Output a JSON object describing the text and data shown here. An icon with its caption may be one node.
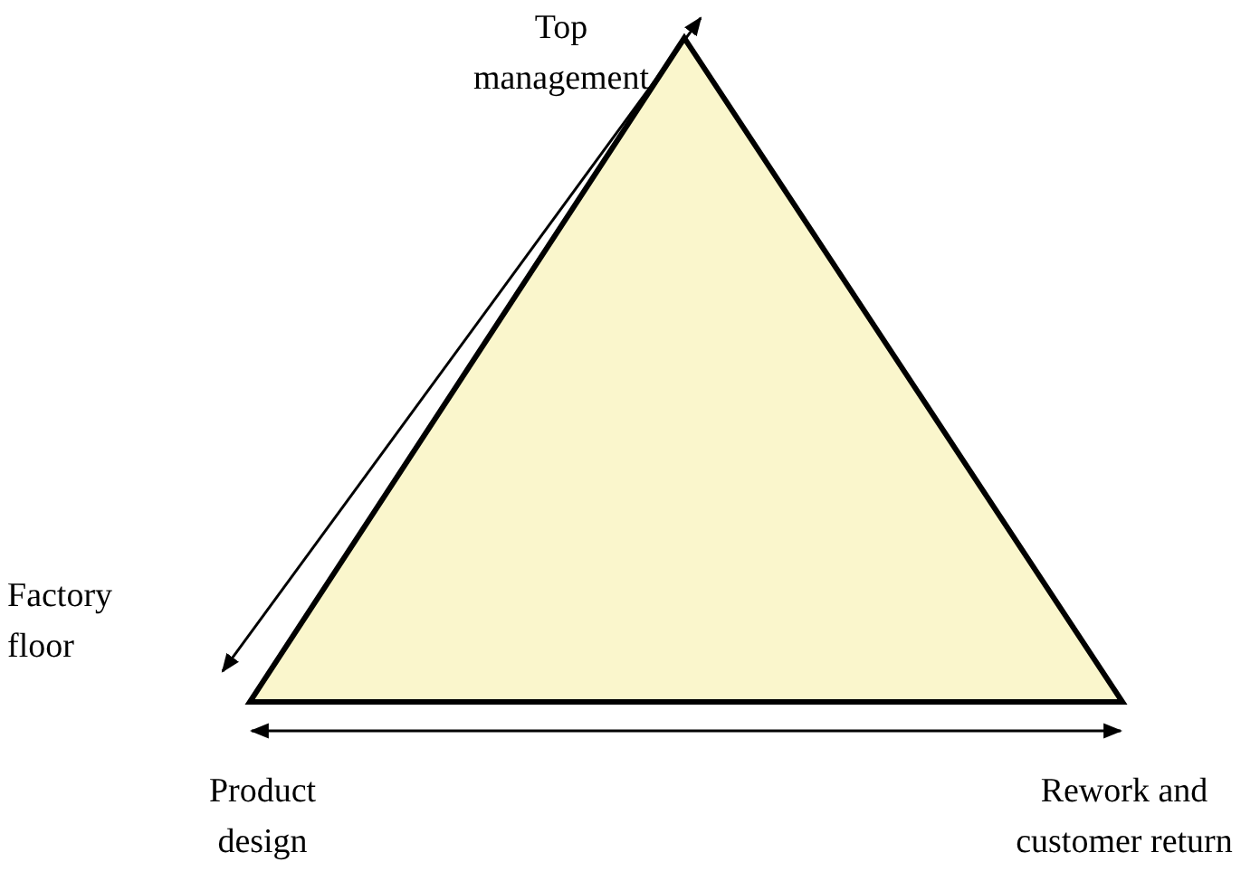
{
  "diagram": {
    "labels": [
      "Top management",
      "Factory floor",
      "Product design",
      "Rework and customer return"
    ]
  }
}
